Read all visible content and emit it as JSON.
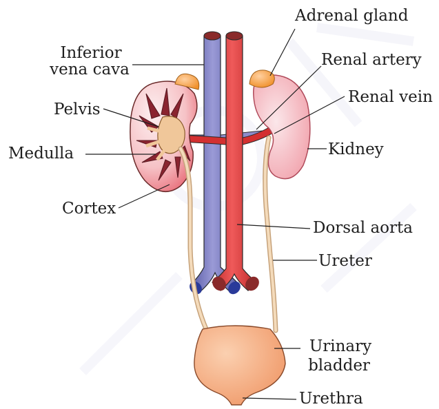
{
  "labels": {
    "adrenal_gland": "Adrenal gland",
    "renal_artery": "Renal artery",
    "renal_vein": "Renal vein",
    "kidney": "Kidney",
    "inferior_vena_cava_line1": "Inferior",
    "inferior_vena_cava_line2": "vena cava",
    "pelvis": "Pelvis",
    "medulla": "Medulla",
    "cortex": "Cortex",
    "dorsal_aorta": "Dorsal aorta",
    "ureter": "Ureter",
    "urinary_bladder_line1": "Urinary",
    "urinary_bladder_line2": "bladder",
    "urethra": "Urethra"
  },
  "colors": {
    "vena_cava": "#8080c8",
    "aorta": "#e03a3a",
    "kidney_fill": "#f3a7ad",
    "adrenal": "#f5a24a",
    "ureter": "#f2d2a8",
    "bladder": "#f6b48a",
    "medulla_stripes": "#6a1e2a"
  }
}
